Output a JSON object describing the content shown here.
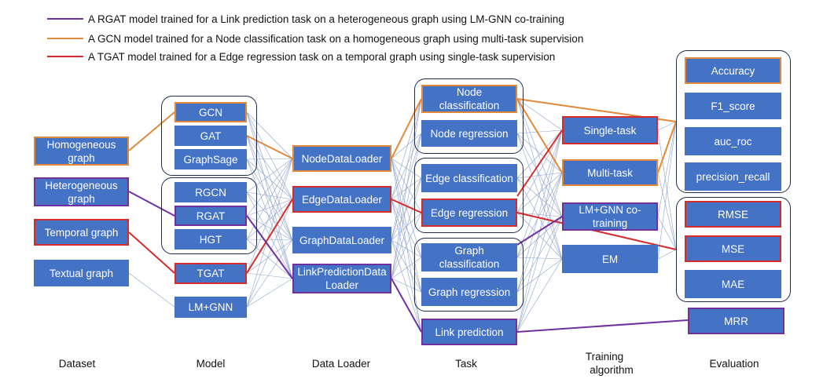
{
  "legend": [
    {
      "label": "A RGAT model trained for a Link prediction task on a heterogeneous graph using LM-GNN co-training",
      "color": "#7030a0"
    },
    {
      "label": "A GCN model trained for a Node classification task on a homogeneous graph using multi-task supervision",
      "color": "#e0893a"
    },
    {
      "label": "A TGAT model trained for a Edge regression task on a temporal graph using single-task supervision",
      "color": "#d62b2b"
    }
  ],
  "colors": {
    "box_fill": "#4472c4",
    "box_text": "#ffffff",
    "thin_line": "#8da2c9",
    "group_border": "#1f2d4d"
  },
  "columns": {
    "dataset": "Dataset",
    "model": "Model",
    "data_loader": "Data Loader",
    "task": "Task",
    "training_line1": "Training",
    "training_line2": "algorithm",
    "evaluation": "Evaluation"
  },
  "datasets": [
    "Homogeneous graph",
    "Heterogeneous graph",
    "Temporal graph",
    "Textual graph"
  ],
  "models": [
    "GCN",
    "GAT",
    "GraphSage",
    "RGCN",
    "RGAT",
    "HGT",
    "TGAT",
    "LM+GNN"
  ],
  "data_loaders": [
    "NodeDataLoader",
    "EdgeDataLoader",
    "GraphDataLoader",
    "LinkPredictionDataLoader"
  ],
  "tasks": [
    "Node classification",
    "Node regression",
    "Edge classification",
    "Edge regression",
    "Graph classification",
    "Graph regression",
    "Link prediction"
  ],
  "training_algorithms": [
    "Single-task",
    "Multi-task",
    "LM+GNN co-training",
    "EM"
  ],
  "evaluations": [
    "Accuracy",
    "F1_score",
    "auc_roc",
    "precision_recall",
    "RMSE",
    "MSE",
    "MAE",
    "MRR"
  ]
}
